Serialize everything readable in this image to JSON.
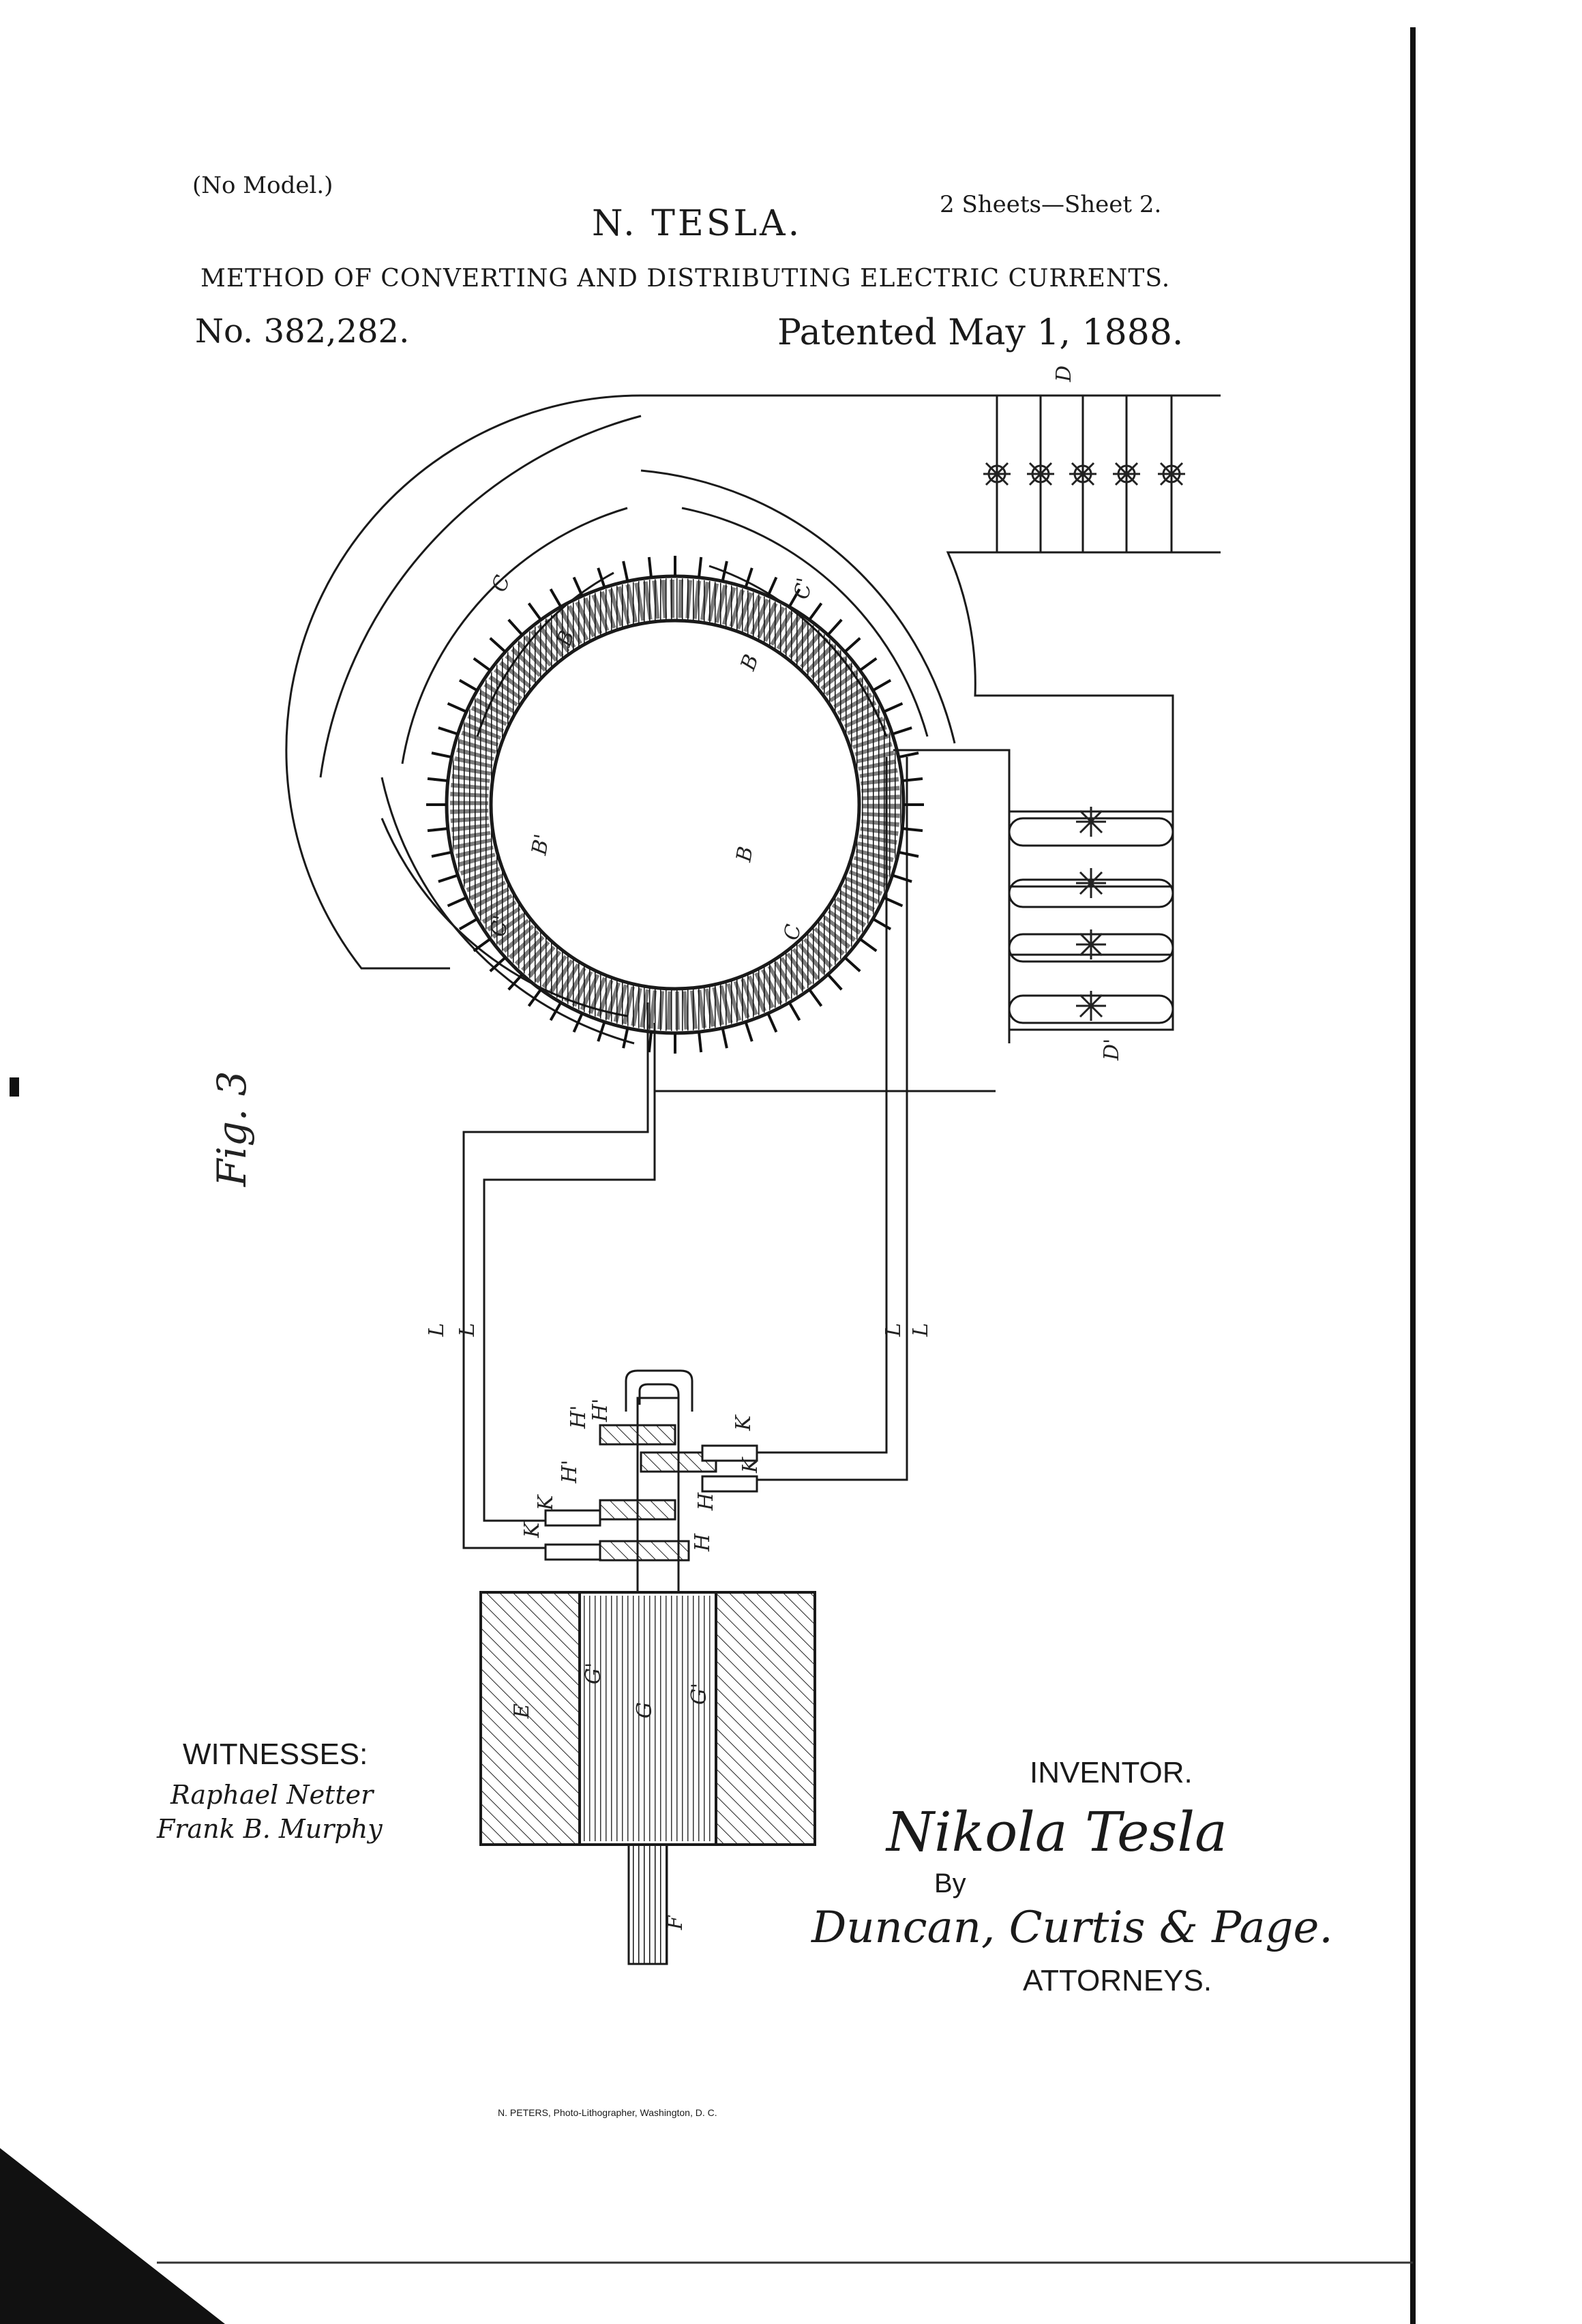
{
  "header": {
    "no_model": "(No Model.)",
    "sheets": "2 Sheets—Sheet 2.",
    "inventor_name": "N. TESLA.",
    "title": "METHOD OF CONVERTING AND DISTRIBUTING ELECTRIC CURRENTS.",
    "patent_number": "No. 382,282.",
    "patent_date": "Patented May 1, 1888."
  },
  "figure": {
    "fig_label": "Fig. 3",
    "labels": {
      "D": "D",
      "D_prime": "D'",
      "C": "C",
      "C_prime": "C'",
      "B": "B",
      "B_prime": "B'",
      "L": "L",
      "K": "K",
      "H": "H",
      "H_prime": "H'",
      "E": "E",
      "G": "G",
      "G_prime": "G'",
      "F": "F"
    }
  },
  "footer": {
    "witnesses_heading": "WITNESSES:",
    "witness_1": "Raphael Netter",
    "witness_2": "Frank B. Murphy",
    "inventor_heading": "INVENTOR.",
    "inventor_signature": "Nikola Tesla",
    "by": "By",
    "attorneys_signature": "Duncan, Curtis & Page.",
    "attorneys_heading": "ATTORNEYS.",
    "printer": "N. PETERS, Photo-Lithographer, Washington, D. C."
  },
  "colors": {
    "ink": "#1a1a1a",
    "paper": "#ffffff"
  }
}
